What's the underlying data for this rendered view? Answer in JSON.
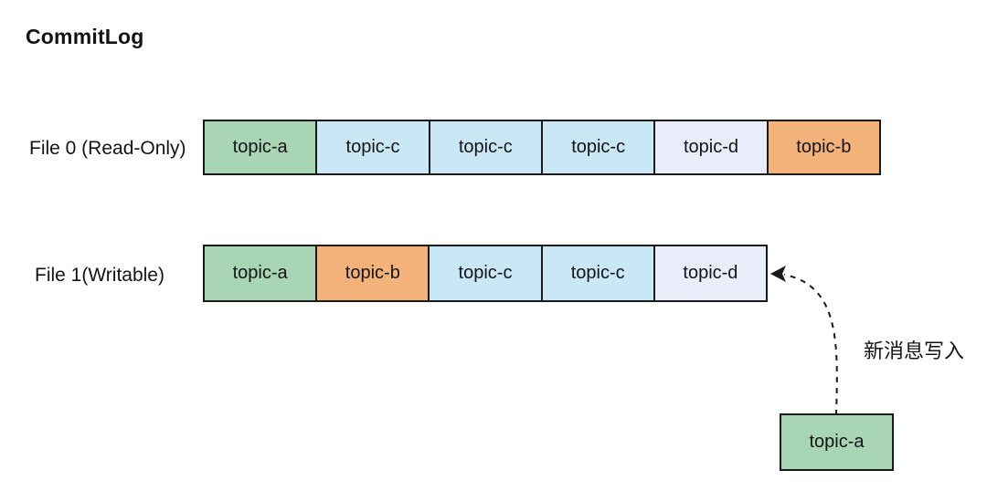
{
  "title": "CommitLog",
  "colors": {
    "topic_a": "#a8d5b4",
    "topic_b": "#f2b279",
    "topic_c": "#cae7f5",
    "topic_d": "#e9edf9",
    "border": "#1a1a1a"
  },
  "files": [
    {
      "label": "File 0 (Read-Only)",
      "segments": [
        {
          "label": "topic-a",
          "color": "#a8d5b4"
        },
        {
          "label": "topic-c",
          "color": "#cae7f5"
        },
        {
          "label": "topic-c",
          "color": "#cae7f5"
        },
        {
          "label": "topic-c",
          "color": "#cae7f5"
        },
        {
          "label": "topic-d",
          "color": "#e9edf9"
        },
        {
          "label": "topic-b",
          "color": "#f2b279"
        }
      ]
    },
    {
      "label": "File 1(Writable)",
      "segments": [
        {
          "label": "topic-a",
          "color": "#a8d5b4"
        },
        {
          "label": "topic-b",
          "color": "#f2b279"
        },
        {
          "label": "topic-c",
          "color": "#cae7f5"
        },
        {
          "label": "topic-c",
          "color": "#cae7f5"
        },
        {
          "label": "topic-d",
          "color": "#e9edf9"
        }
      ]
    }
  ],
  "incoming_message": {
    "label": "topic-a",
    "color": "#a8d5b4",
    "annotation": "新消息写入"
  }
}
